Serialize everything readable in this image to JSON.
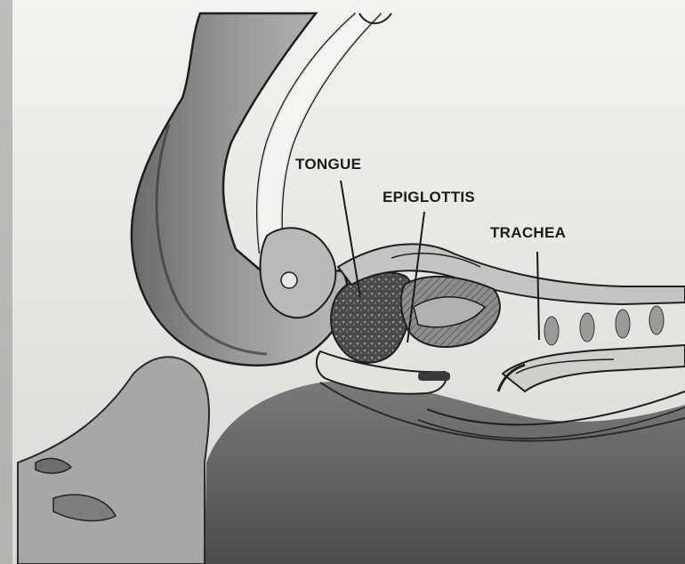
{
  "labels": {
    "tongue": "TONGUE",
    "epiglottis": "EPIGLOTTIS",
    "trachea": "TRACHEA"
  },
  "colors": {
    "background": "#e9e9e6",
    "ink": "#1b1b1b",
    "shading_dark": "#5a5a5a",
    "shading_mid": "#8a8a8a",
    "shading_light": "#bdbdbd"
  }
}
